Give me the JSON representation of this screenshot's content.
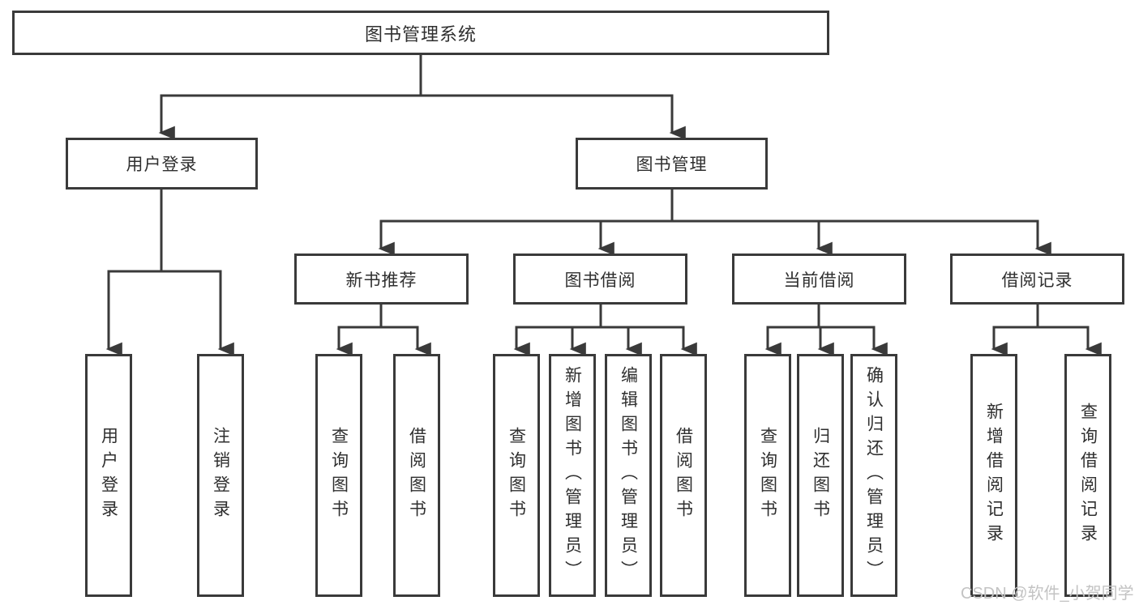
{
  "diagram": {
    "root": {
      "label": "图书管理系统"
    },
    "branches": [
      {
        "label": "用户登录",
        "children": [
          {
            "label": "用户登录"
          },
          {
            "label": "注销登录"
          }
        ]
      },
      {
        "label": "图书管理",
        "children": [
          {
            "label": "新书推荐",
            "children": [
              {
                "label": "查询图书"
              },
              {
                "label": "借阅图书"
              }
            ]
          },
          {
            "label": "图书借阅",
            "children": [
              {
                "label": "查询图书"
              },
              {
                "label": "新增图书（管理员）"
              },
              {
                "label": "编辑图书（管理员）"
              },
              {
                "label": "借阅图书"
              }
            ]
          },
          {
            "label": "当前借阅",
            "children": [
              {
                "label": "查询图书"
              },
              {
                "label": "归还图书"
              },
              {
                "label": "确认归还（管理员）"
              }
            ]
          },
          {
            "label": "借阅记录",
            "children": [
              {
                "label": "新增借阅记录"
              },
              {
                "label": "查询借阅记录"
              }
            ]
          }
        ]
      }
    ]
  },
  "watermark": {
    "text": "CSDN @软件_小贺同学"
  },
  "colors": {
    "line": "#3a3a3a",
    "text": "#2f2f2f",
    "watermark": "#c3c3c3",
    "background": "#ffffff"
  }
}
